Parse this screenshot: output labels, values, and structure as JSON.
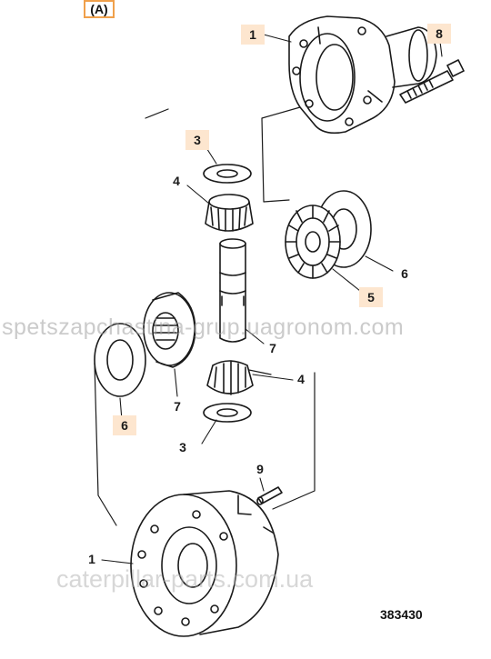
{
  "diagram": {
    "view_reference": "(A)",
    "figure_number": "383430",
    "callouts": [
      {
        "id": "c1-top",
        "label": "1",
        "highlighted": true
      },
      {
        "id": "c8",
        "label": "8",
        "highlighted": true
      },
      {
        "id": "c3-top",
        "label": "3",
        "highlighted": true
      },
      {
        "id": "c4-top",
        "label": "4",
        "highlighted": false
      },
      {
        "id": "c6-right",
        "label": "6",
        "highlighted": false
      },
      {
        "id": "c5",
        "label": "5",
        "highlighted": true
      },
      {
        "id": "c7-center",
        "label": "7",
        "highlighted": false
      },
      {
        "id": "c4-mid",
        "label": "4",
        "highlighted": false
      },
      {
        "id": "c7-left",
        "label": "7",
        "highlighted": false
      },
      {
        "id": "c6-left",
        "label": "6",
        "highlighted": true
      },
      {
        "id": "c3-bottom",
        "label": "3",
        "highlighted": false
      },
      {
        "id": "c9",
        "label": "9",
        "highlighted": false
      },
      {
        "id": "c1-bottom",
        "label": "1",
        "highlighted": false
      }
    ]
  },
  "watermarks": [
    "spetszapchastina-grup.uagronom.com",
    "caterpillar-parts.com.ua"
  ],
  "colors": {
    "line": "#1a1a1a",
    "callout_highlight": "#fde6cf",
    "frame_border": "#f0a04b"
  }
}
